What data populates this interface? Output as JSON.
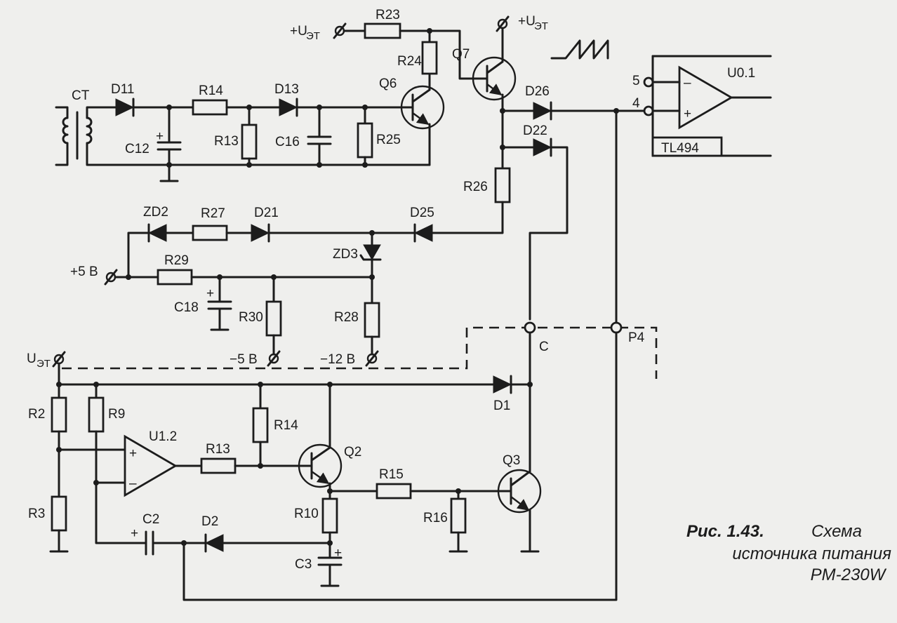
{
  "caption": {
    "figure_no": "Рис. 1.43.",
    "line1": "Схема",
    "line2": "источника питания",
    "line3": "PM-230W"
  },
  "labels": {
    "ct": "CT",
    "d11": "D11",
    "r14_top": "R14",
    "d13": "D13",
    "q6": "Q6",
    "c12": "C12",
    "r13_top": "R13",
    "c16": "C16",
    "r25": "R25",
    "uet_a_main": "+U",
    "uet_a_sub": "ЭТ",
    "uet_b_main": "+U",
    "uet_b_sub": "ЭТ",
    "r23": "R23",
    "r24": "R24",
    "q7": "Q7",
    "d26": "D26",
    "d22": "D22",
    "r26": "R26",
    "pin5": "5",
    "pin4": "4",
    "u01": "U0.1",
    "tl494": "TL494",
    "minus_sign": "–",
    "plus_sign": "+",
    "zd2": "ZD2",
    "r27": "R27",
    "d21": "D21",
    "d25": "D25",
    "zd3": "ZD3",
    "plus5": "+5 B",
    "r29": "R29",
    "c18": "C18",
    "r30": "R30",
    "r28": "R28",
    "minus5": "−5 B",
    "minus12": "−12 B",
    "node_c": "C",
    "p4": "P4",
    "uet_c_main": "U",
    "uet_c_sub": "ЭТ",
    "d1": "D1",
    "r2": "R2",
    "r9": "R9",
    "r14_bot": "R14",
    "u12": "U1.2",
    "r13_bot": "R13",
    "q2": "Q2",
    "r15": "R15",
    "q3": "Q3",
    "r3": "R3",
    "c2": "C2",
    "d2": "D2",
    "r10": "R10",
    "r16": "R16",
    "c3": "C3"
  }
}
